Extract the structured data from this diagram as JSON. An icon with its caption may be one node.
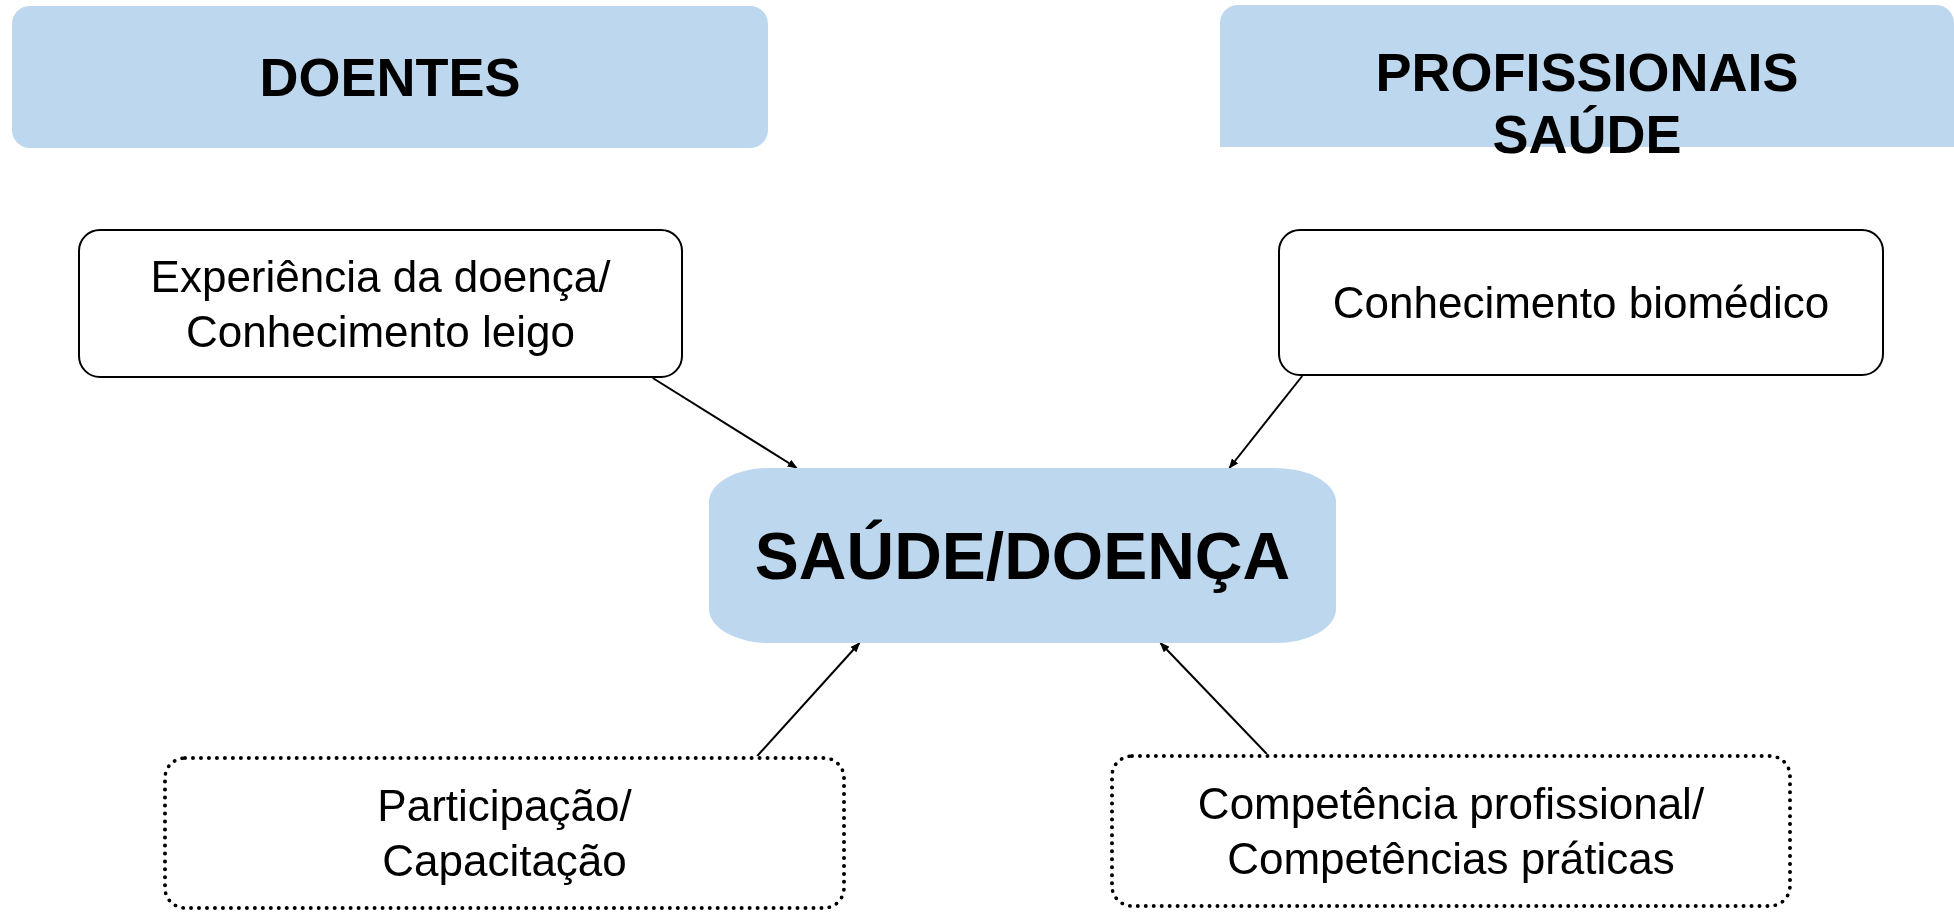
{
  "diagram": {
    "nodes": [
      {
        "text": [
          "DOENTES"
        ]
      },
      {
        "text": [
          "PROFISSIONAIS SAÚDE"
        ]
      },
      {
        "text": [
          "Experiência da doença/ Conhecimento leigo"
        ]
      },
      {
        "text": [
          "Conhecimento biomédico"
        ]
      },
      {
        "text": [
          "SAÚDE/DOENÇA"
        ]
      },
      {
        "text": [
          "Participação/ Capacitação"
        ]
      },
      {
        "text": [
          "Competência profissional/ Competências práticas"
        ]
      }
    ],
    "edges": [
      {
        "from": 2,
        "to": 4,
        "arrow": "to"
      },
      {
        "from": 3,
        "to": 4,
        "arrow": "to"
      },
      {
        "from": 5,
        "to": 4,
        "arrow": "to"
      },
      {
        "from": 6,
        "to": 4,
        "arrow": "to"
      }
    ]
  }
}
